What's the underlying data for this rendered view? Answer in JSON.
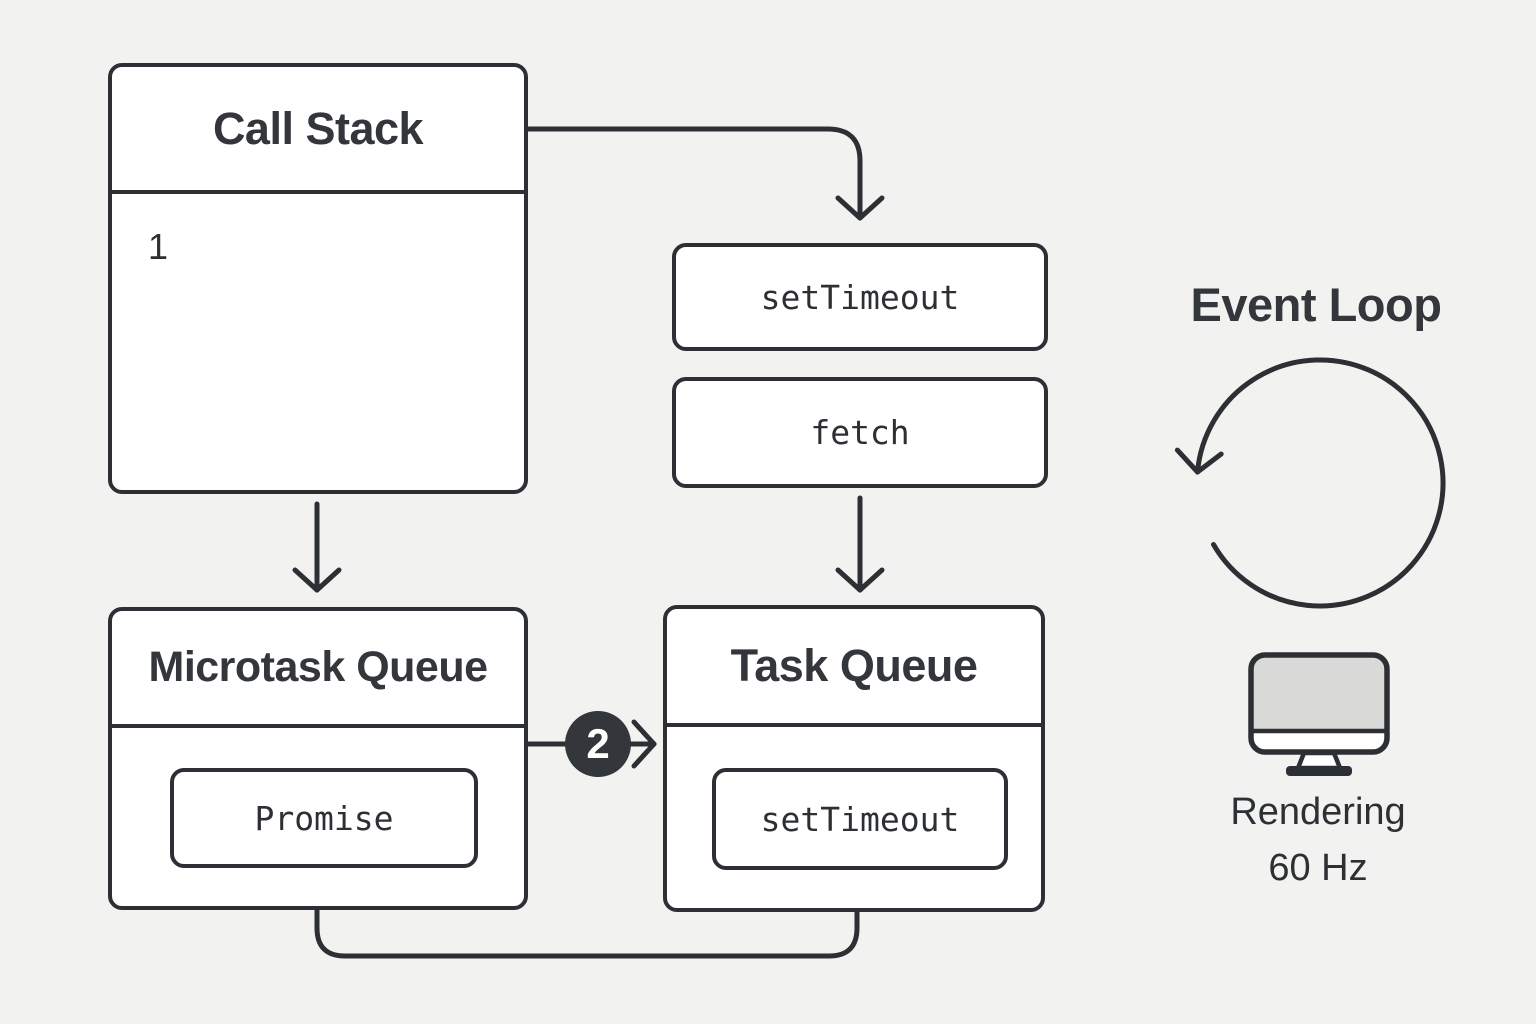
{
  "diagram": {
    "call_stack": {
      "title": "Call Stack",
      "items": [
        "1"
      ]
    },
    "web_api_boxes": [
      {
        "label": "setTimeout"
      },
      {
        "label": "fetch"
      }
    ],
    "microtask_queue": {
      "title": "Microtask Queue",
      "items": [
        {
          "label": "Promise"
        }
      ]
    },
    "task_queue": {
      "title": "Task Queue",
      "items": [
        {
          "label": "setTimeout"
        }
      ]
    },
    "transfer_badge": {
      "label": "2"
    },
    "event_loop": {
      "title": "Event Loop"
    },
    "rendering": {
      "label": "Rendering",
      "rate": "60 Hz"
    }
  },
  "colors": {
    "background": "#f2f2f0",
    "stroke": "#2c2f33",
    "box_fill": "#ffffff",
    "badge_fill": "#33363a",
    "badge_text": "#ffffff",
    "monitor_screen_fill": "#d9d9d7"
  }
}
